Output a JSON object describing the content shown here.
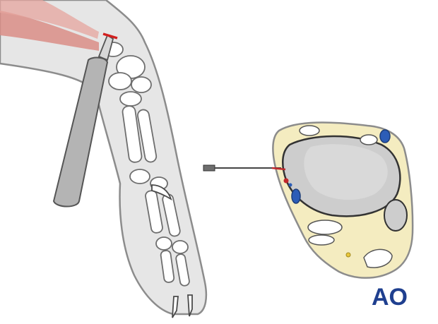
{
  "illustration": {
    "left_panel": "limb-with-scalpel-incision",
    "right_panel": "cross-section-with-needle",
    "colors": {
      "skin_fill": "#e6e6e6",
      "skin_outline": "#8c8c8c",
      "muscle": "#d98d86",
      "bone_fill": "#ffffff",
      "bone_outline": "#6e6e6e",
      "scalpel_handle": "#b4b4b4",
      "incision_mark": "#d2201f",
      "section_fat": "#f4ecc0",
      "section_bone": "#cdcdcd",
      "vessel_blue": "#2c5db7",
      "vessel_red": "#c0282b",
      "nerve_yellow": "#e9c63a"
    }
  },
  "logo": {
    "text": "AO",
    "color": "#1f3f8f"
  }
}
